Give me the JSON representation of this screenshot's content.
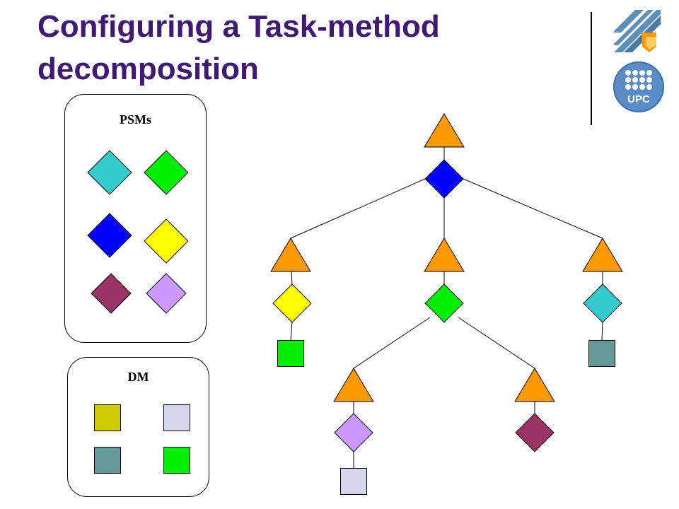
{
  "title": "Configuring a Task-method decomposition",
  "logos": {
    "top": "stripes-logo",
    "bottom": "UPC",
    "bottom_icon": "upc-seal-icon"
  },
  "psm_panel": {
    "label": "PSMs",
    "items": [
      {
        "name": "psm-cyan",
        "color": "#33cccc"
      },
      {
        "name": "psm-green",
        "color": "#00ee00"
      },
      {
        "name": "psm-blue",
        "color": "#0000ff"
      },
      {
        "name": "psm-yellow",
        "color": "#ffff00"
      },
      {
        "name": "psm-plum",
        "color": "#993366"
      },
      {
        "name": "psm-lilac",
        "color": "#cc99ff"
      }
    ]
  },
  "dm_panel": {
    "label": "DM",
    "items": [
      {
        "name": "dm-olive",
        "color": "#cccc00"
      },
      {
        "name": "dm-lavender",
        "color": "#d6d6ec"
      },
      {
        "name": "dm-teal",
        "color": "#669999"
      },
      {
        "name": "dm-green",
        "color": "#00ee00"
      }
    ]
  },
  "tree": {
    "task_color": "#ff9900",
    "nodes": {
      "root_task": {
        "kind": "task"
      },
      "root_method": {
        "kind": "method",
        "color": "#0000ff"
      },
      "left_task": {
        "kind": "task"
      },
      "left_method": {
        "kind": "method",
        "color": "#ffff00"
      },
      "left_dm": {
        "kind": "dm",
        "color": "#00ee00"
      },
      "mid_task": {
        "kind": "task"
      },
      "mid_method": {
        "kind": "method",
        "color": "#00ee00"
      },
      "right_task": {
        "kind": "task"
      },
      "right_method": {
        "kind": "method",
        "color": "#33cccc"
      },
      "right_dm": {
        "kind": "dm",
        "color": "#669999"
      },
      "bottom_left_task": {
        "kind": "task"
      },
      "bottom_left_method": {
        "kind": "method",
        "color": "#cc99ff"
      },
      "bottom_left_dm": {
        "kind": "dm",
        "color": "#d6d6ec"
      },
      "bottom_right_task": {
        "kind": "task"
      },
      "bottom_right_method": {
        "kind": "method",
        "color": "#993366"
      }
    }
  }
}
